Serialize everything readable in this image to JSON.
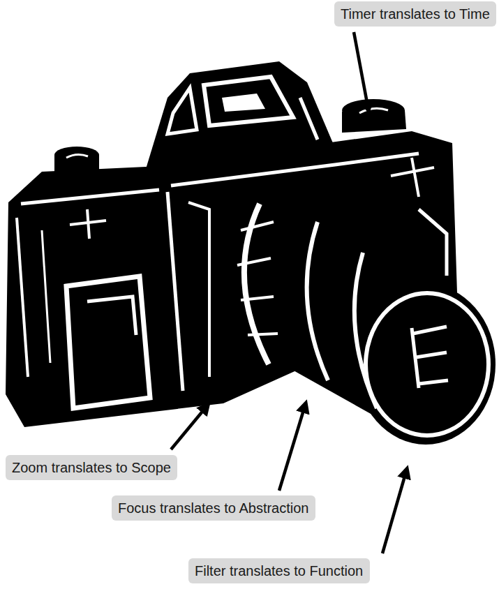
{
  "diagram": {
    "nodes": [
      {
        "text": [
          "Timer translates to Time"
        ]
      },
      {
        "text": [
          "Zoom translates to Scope"
        ]
      },
      {
        "text": [
          "Focus translates to Abstraction"
        ]
      },
      {
        "text": [
          "Filter translates to Function"
        ]
      }
    ]
  }
}
